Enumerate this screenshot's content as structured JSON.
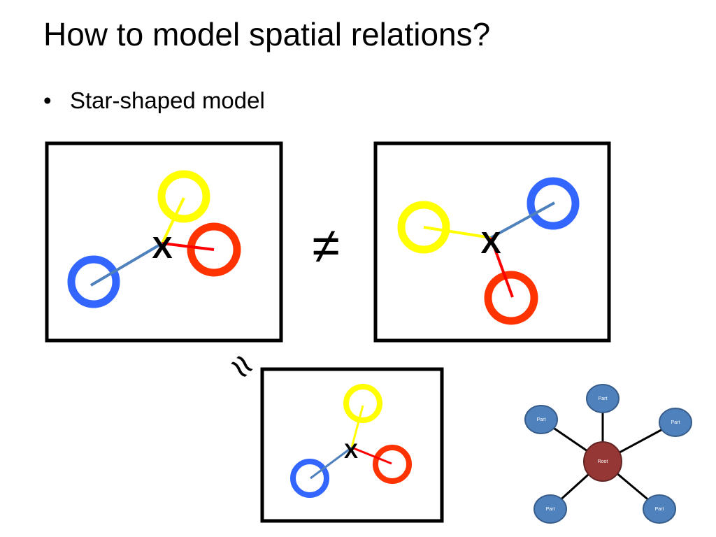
{
  "slide": {
    "title": "How to model spatial relations?",
    "bullet_marker": "•",
    "bullet_text": "Star-shaped model"
  },
  "symbols": {
    "center_mark": "X",
    "not_equal": "≠",
    "approx_equal": "≈"
  },
  "graph": {
    "root_label": "Root",
    "part_label": "Part"
  },
  "colors": {
    "yellow": "#ffff00",
    "red": "#ff3300",
    "blue": "#3366ff",
    "steel_blue": "#4f81bd",
    "root_fill": "#953735",
    "part_fill": "#4f81bd"
  }
}
